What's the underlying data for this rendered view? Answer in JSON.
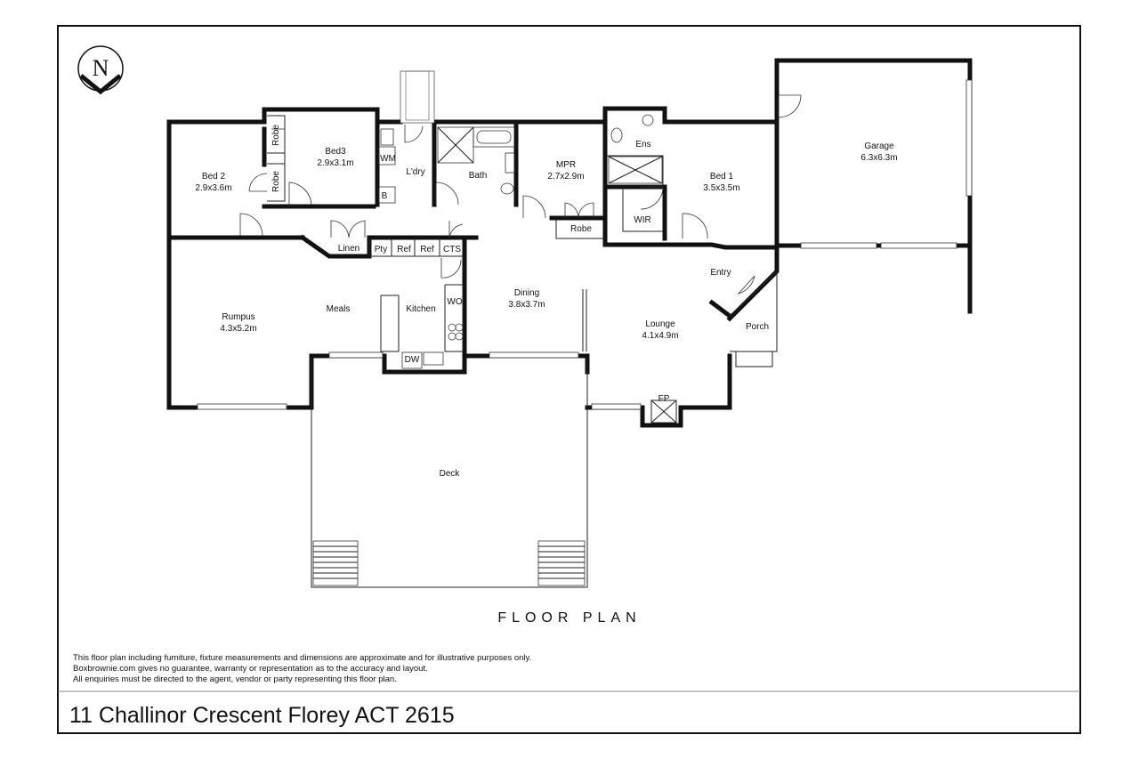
{
  "north_letter": "N",
  "heading": "FLOOR PLAN",
  "rooms": {
    "bed2": {
      "name": "Bed 2",
      "size": "2.9x3.6m"
    },
    "bed3": {
      "name": "Bed3",
      "size": "2.9x3.1m"
    },
    "robe_a": "Robe",
    "robe_b": "Robe",
    "robe_mpr": "Robe",
    "wm": "WM",
    "b": "B",
    "laundry": "L'dry",
    "bath": "Bath",
    "mpr": {
      "name": "MPR",
      "size": "2.7x2.9m"
    },
    "ens": "Ens",
    "wir": "WIR",
    "bed1": {
      "name": "Bed 1",
      "size": "3.5x3.5m"
    },
    "garage": {
      "name": "Garage",
      "size": "6.3x6.3m"
    },
    "linen": "Linen",
    "pty": "Pty",
    "ref1": "Ref",
    "ref2": "Ref",
    "cts": "CTS",
    "wo": "WO",
    "entry": "Entry",
    "rumpus": {
      "name": "Rumpus",
      "size": "4.3x5.2m"
    },
    "meals": "Meals",
    "kitchen": "Kitchen",
    "dining": {
      "name": "Dining",
      "size": "3.8x3.7m"
    },
    "lounge": {
      "name": "Lounge",
      "size": "4.1x4.9m"
    },
    "porch": "Porch",
    "dw": "DW",
    "fp": "FP",
    "deck": "Deck"
  },
  "disclaimer": [
    "This floor plan including furniture, fixture measurements and dimensions are approximate and for illustrative purposes only.",
    "Boxbrownie.com gives no guarantee, warranty or representation as to the accuracy and layout.",
    "All enquiries must be directed to the agent, vendor or party representing this floor plan."
  ],
  "address": "11 Challinor Crescent Florey ACT 2615"
}
